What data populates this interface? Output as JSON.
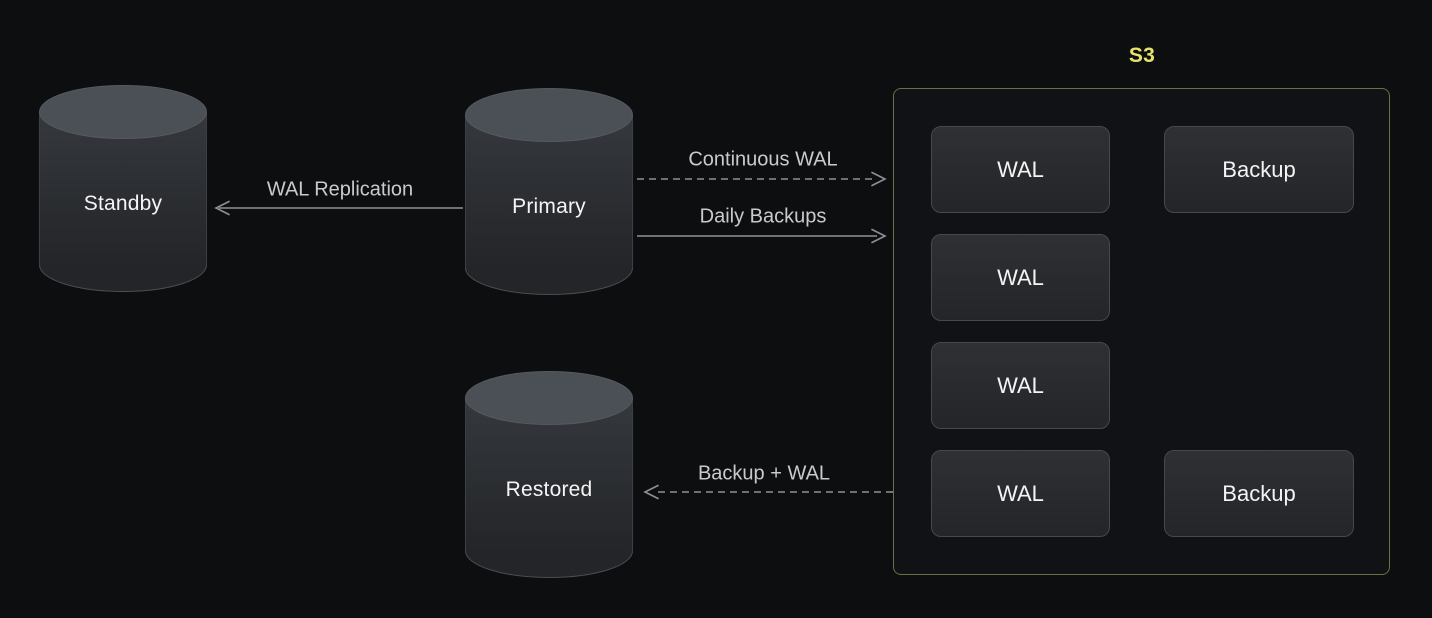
{
  "diagram": {
    "kind": "database-backup-architecture",
    "colors": {
      "background": "#0d0e10",
      "accent_yellow": "#e6e26a",
      "s3_border": "#6f6e44",
      "arrow_gray": "#8e9194",
      "edge_label_gray": "#c8cbce",
      "node_text_white": "#f4f4f4",
      "cylinder_top": "#4b5056",
      "cylinder_body": "#2b2e32"
    },
    "nodes": {
      "standby": {
        "label": "Standby",
        "shape": "database-cylinder"
      },
      "primary": {
        "label": "Primary",
        "shape": "database-cylinder"
      },
      "restored": {
        "label": "Restored",
        "shape": "database-cylinder"
      }
    },
    "s3": {
      "title": "S3",
      "cells": [
        {
          "label": "WAL"
        },
        {
          "label": "Backup"
        },
        {
          "label": "WAL"
        },
        {
          "label": "WAL"
        },
        {
          "label": "WAL"
        },
        {
          "label": "Backup"
        }
      ]
    },
    "edges": [
      {
        "label": "WAL Replication",
        "style": "solid",
        "from": "Primary",
        "to": "Standby"
      },
      {
        "label": "Continuous WAL",
        "style": "dashed",
        "from": "Primary",
        "to": "S3"
      },
      {
        "label": "Daily Backups",
        "style": "solid",
        "from": "Primary",
        "to": "S3"
      },
      {
        "label": "Backup + WAL",
        "style": "dashed",
        "from": "S3",
        "to": "Restored"
      }
    ]
  }
}
